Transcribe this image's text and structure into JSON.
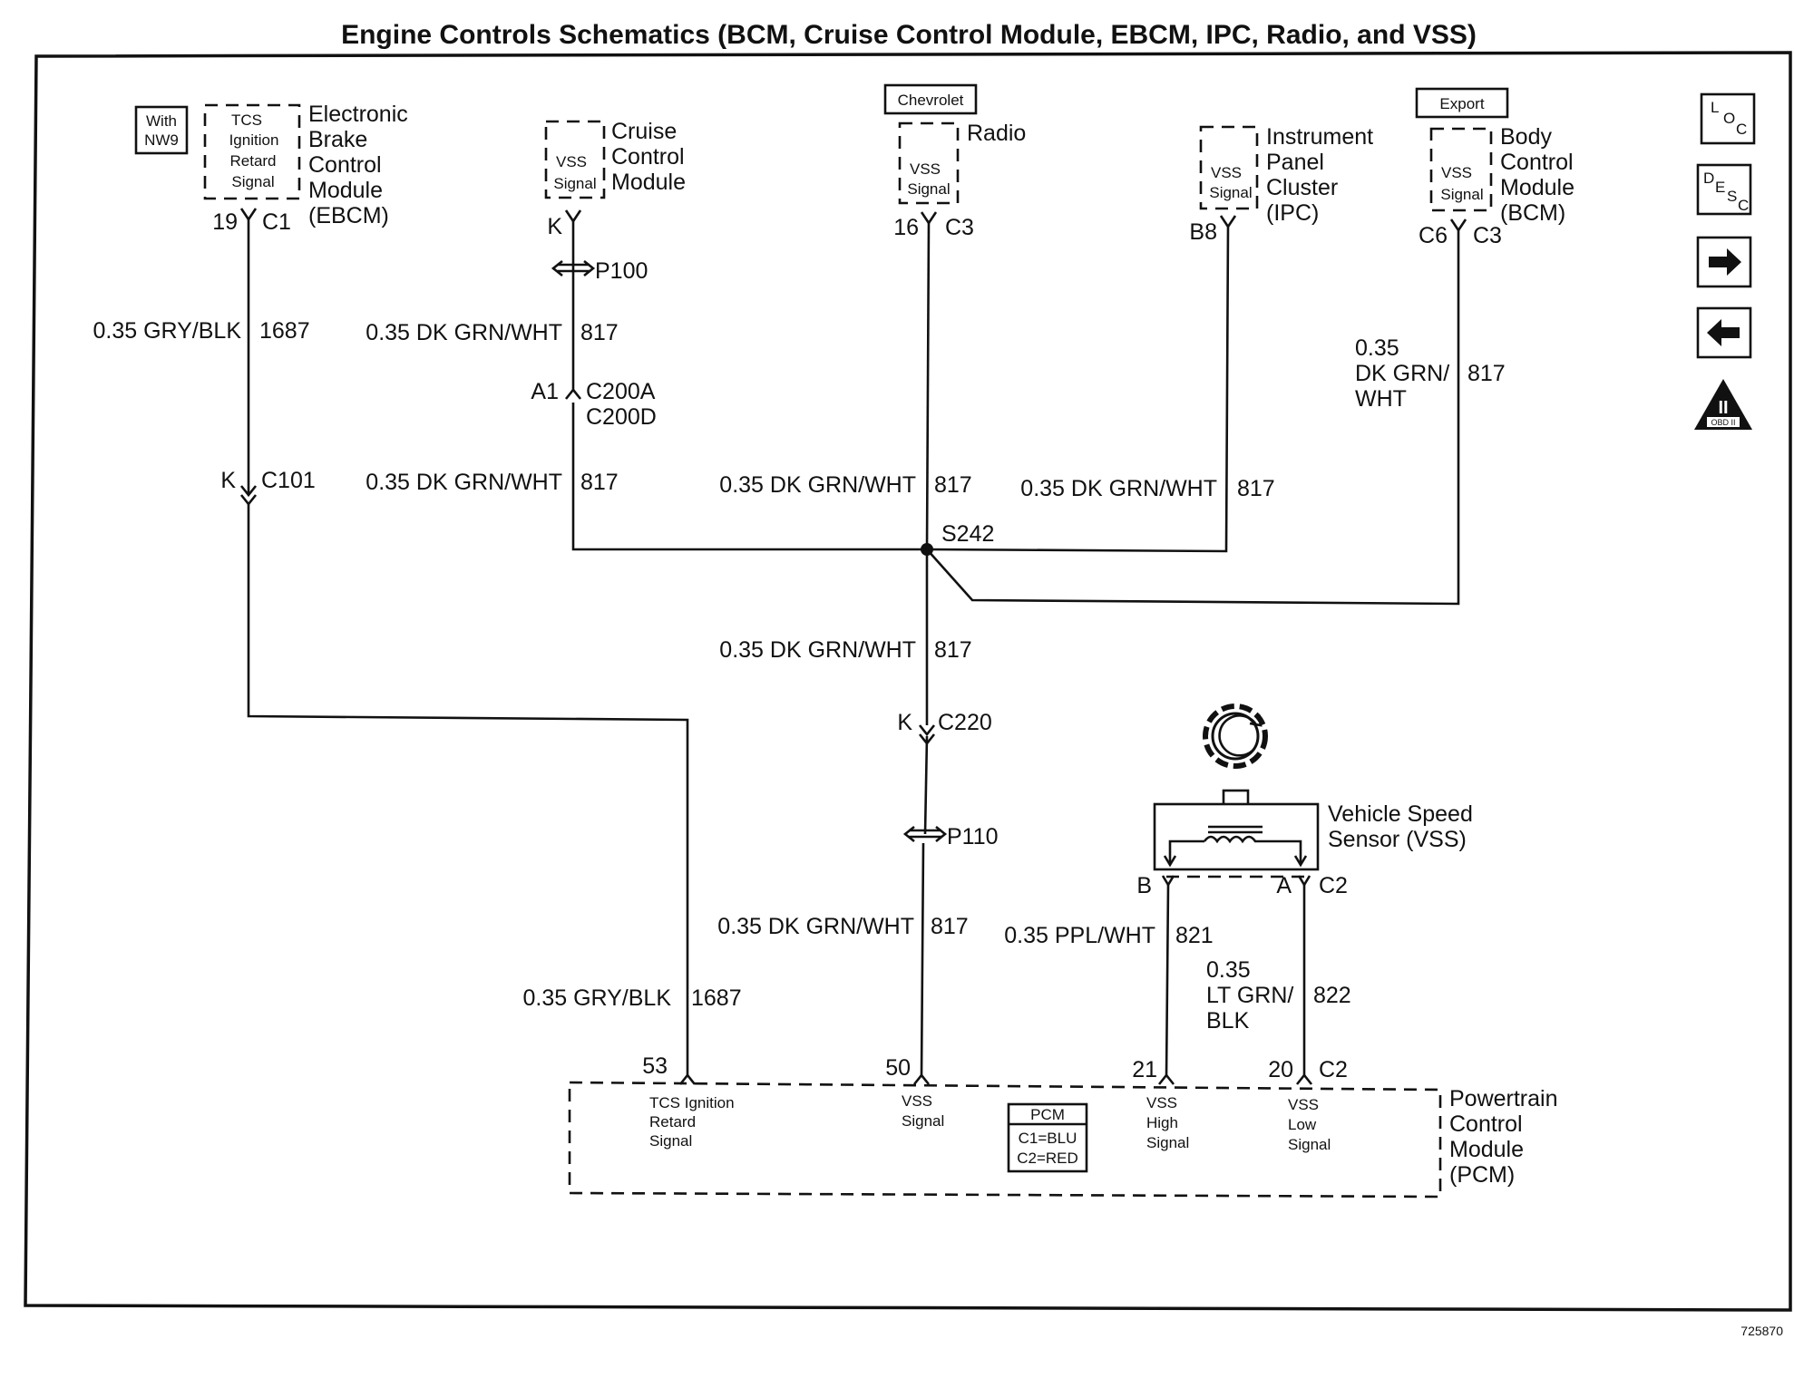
{
  "title": "Engine Controls Schematics (BCM, Cruise Control Module, EBCM, IPC, Radio, and VSS)",
  "figure_number": "725870",
  "side_icons": {
    "loc": {
      "l": "L",
      "o": "O",
      "c": "C"
    },
    "desc": {
      "d": "D",
      "e": "E",
      "s": "S",
      "c": "C"
    },
    "obd": {
      "numeral": "II",
      "label": "OBD II"
    }
  },
  "ebcm": {
    "badge": [
      "With",
      "NW9"
    ],
    "signal": [
      "TCS",
      "Ignition",
      "Retard",
      "Signal"
    ],
    "name": [
      "Electronic",
      "Brake",
      "Control",
      "Module",
      "(EBCM)"
    ],
    "pin": "19",
    "connector": "C1",
    "wire_upper": {
      "size_color": "0.35 GRY/BLK",
      "circuit": "1687"
    },
    "inline_connector": {
      "pin": "K",
      "name": "C101"
    },
    "wire_lower": {
      "size_color": "0.35 GRY/BLK",
      "circuit": "1687"
    }
  },
  "cruise": {
    "signal": [
      "VSS",
      "Signal"
    ],
    "name": [
      "Cruise",
      "Control",
      "Module"
    ],
    "pin": "K",
    "splice_pack": "P100",
    "wire_upper": {
      "size_color": "0.35 DK GRN/WHT",
      "circuit": "817"
    },
    "inline_connector": {
      "pin": "A1",
      "name_a": "C200A",
      "name_b": "C200D"
    },
    "wire_lower": {
      "size_color": "0.35 DK GRN/WHT",
      "circuit": "817"
    }
  },
  "radio": {
    "badge": "Chevrolet",
    "signal": [
      "VSS",
      "Signal"
    ],
    "name": "Radio",
    "pin": "16",
    "connector": "C3",
    "wire": {
      "size_color": "0.35 DK GRN/WHT",
      "circuit": "817"
    }
  },
  "ipc": {
    "signal": [
      "VSS",
      "Signal"
    ],
    "name": [
      "Instrument",
      "Panel",
      "Cluster",
      "(IPC)"
    ],
    "pin": "B8",
    "wire": {
      "size_color": "0.35 DK GRN/WHT",
      "circuit": "817"
    }
  },
  "bcm": {
    "badge": "Export",
    "signal": [
      "VSS",
      "Signal"
    ],
    "name": [
      "Body",
      "Control",
      "Module",
      "(BCM)"
    ],
    "pin": "C6",
    "connector": "C3",
    "wire": {
      "size_lines": [
        "0.35",
        "DK GRN/",
        "WHT"
      ],
      "circuit": "817"
    }
  },
  "splice": "S242",
  "trunk": {
    "wire_upper": {
      "size_color": "0.35 DK GRN/WHT",
      "circuit": "817"
    },
    "inline_connector": {
      "pin": "K",
      "name": "C220"
    },
    "splice_pack": "P110",
    "wire_lower": {
      "size_color": "0.35 DK GRN/WHT",
      "circuit": "817"
    }
  },
  "vss": {
    "name": [
      "Vehicle Speed",
      "Sensor (VSS)"
    ],
    "pin_b": "B",
    "pin_a": "A",
    "connector": "C2",
    "wire_b": {
      "size_color": "0.35 PPL/WHT",
      "circuit": "821"
    },
    "wire_a": {
      "size_lines": [
        "0.35",
        "LT GRN/",
        "BLK"
      ],
      "circuit": "822"
    }
  },
  "pcm": {
    "name": [
      "Powertrain",
      "Control",
      "Module",
      "(PCM)"
    ],
    "legend": {
      "title": "PCM",
      "c1": "C1=BLU",
      "c2": "C2=RED"
    },
    "pin_53": "53",
    "pin_50": "50",
    "pin_21": "21",
    "pin_20": "20",
    "connector": "C2",
    "tcs_signal": [
      "TCS Ignition",
      "Retard",
      "Signal"
    ],
    "vss_signal": [
      "VSS",
      "Signal"
    ],
    "vss_high": [
      "VSS",
      "High",
      "Signal"
    ],
    "vss_low": [
      "VSS",
      "Low",
      "Signal"
    ]
  }
}
